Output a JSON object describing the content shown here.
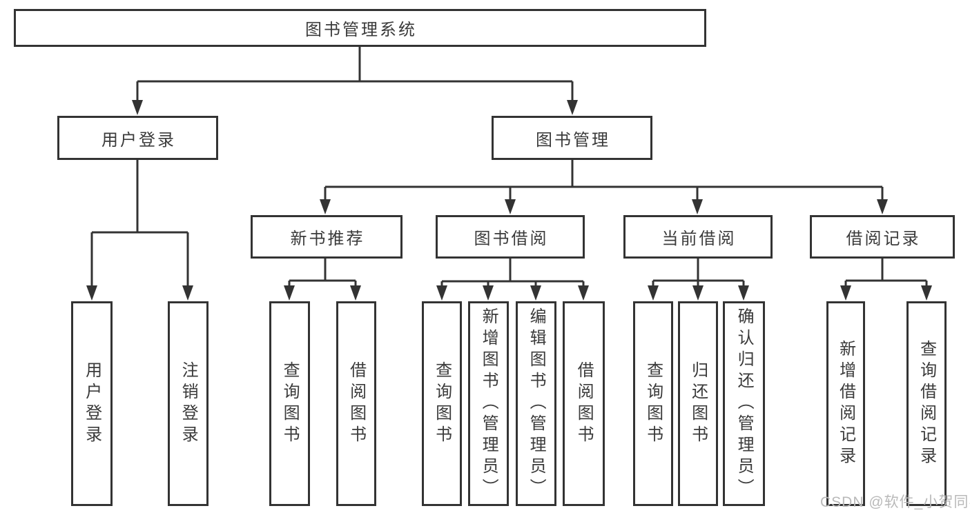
{
  "nodes": {
    "root": {
      "label": "图书管理系统"
    },
    "user_login": {
      "label": "用户登录"
    },
    "book_mgmt": {
      "label": "图书管理"
    },
    "new_book_rec": {
      "label": "新书推荐"
    },
    "book_borrow": {
      "label": "图书借阅"
    },
    "current_borrow": {
      "label": "当前借阅"
    },
    "borrow_records": {
      "label": "借阅记录"
    },
    "leaf_user_login": {
      "label": "用户登录"
    },
    "leaf_logout": {
      "label": "注销登录"
    },
    "leaf_query_books_rec": {
      "label": "查询图书"
    },
    "leaf_borrow_books_rec": {
      "label": "借阅图书"
    },
    "leaf_query_books_borrow": {
      "label": "查询图书"
    },
    "leaf_add_books_admin": {
      "label": "新增图书（管理员）"
    },
    "leaf_edit_books_admin": {
      "label": "编辑图书（管理员）"
    },
    "leaf_borrow_books_borrow": {
      "label": "借阅图书"
    },
    "leaf_query_books_current": {
      "label": "查询图书"
    },
    "leaf_return_books": {
      "label": "归还图书"
    },
    "leaf_confirm_return_admin": {
      "label": "确认归还（管理员）"
    },
    "leaf_add_borrow_record": {
      "label": "新增借阅记录"
    },
    "leaf_query_borrow_record": {
      "label": "查询借阅记录"
    }
  },
  "hierarchy": {
    "图书管理系统": {
      "用户登录": [
        "用户登录",
        "注销登录"
      ],
      "图书管理": {
        "新书推荐": [
          "查询图书",
          "借阅图书"
        ],
        "图书借阅": [
          "查询图书",
          "新增图书（管理员）",
          "编辑图书（管理员）",
          "借阅图书"
        ],
        "当前借阅": [
          "查询图书",
          "归还图书",
          "确认归还（管理员）"
        ],
        "借阅记录": [
          "新增借阅记录",
          "查询借阅记录"
        ]
      }
    }
  },
  "watermark": {
    "text": "CSDN @软件_小贺同学"
  },
  "colors": {
    "line": "#333333",
    "box_border": "#333333",
    "text": "#3a3a3a",
    "background": "#ffffff",
    "watermark": "#b9b9b9"
  }
}
